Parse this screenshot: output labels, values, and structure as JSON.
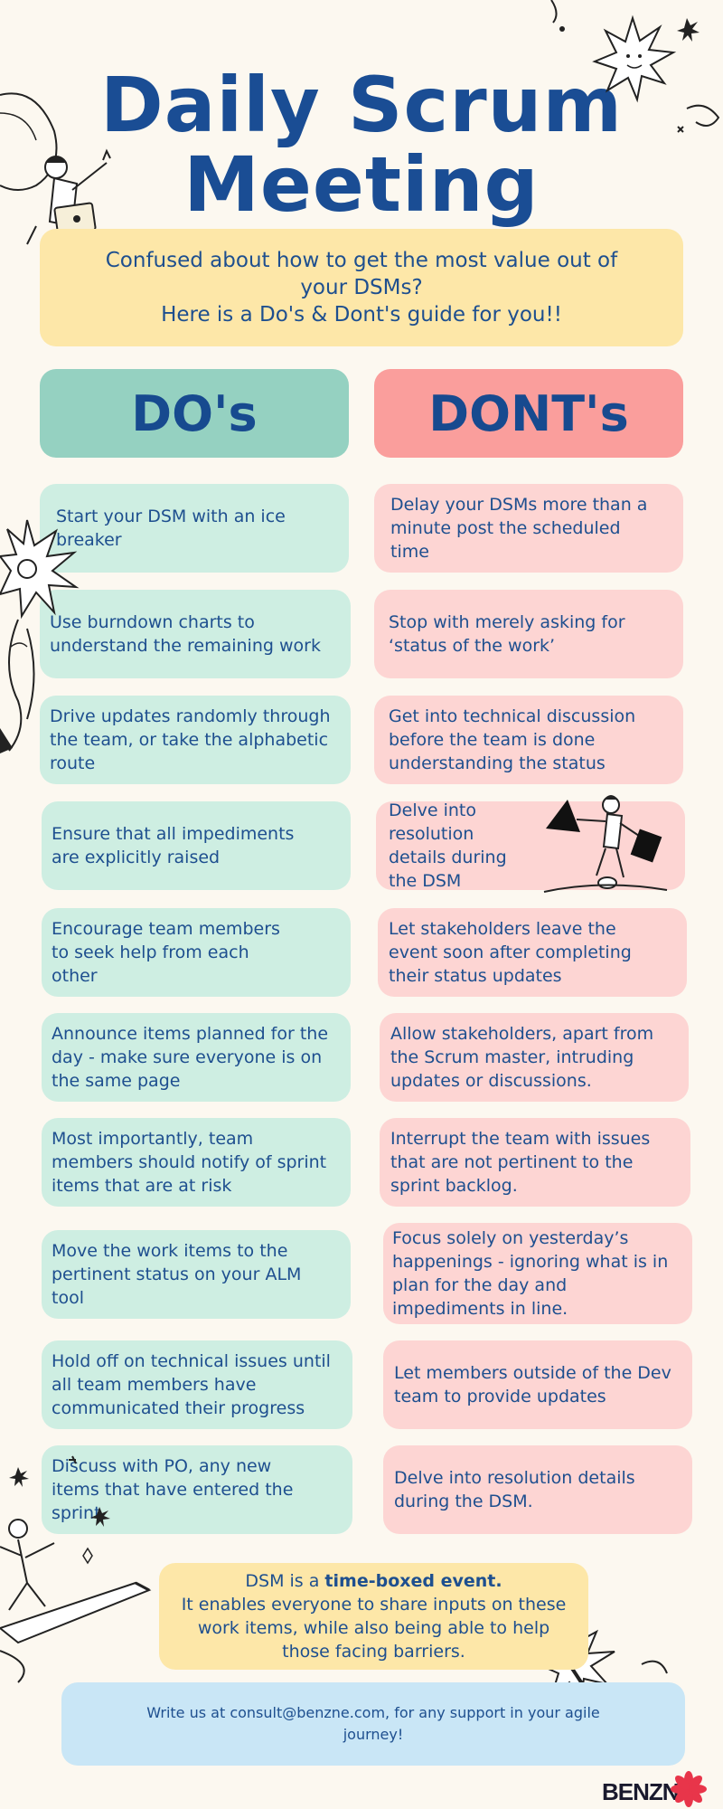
{
  "title": {
    "line1": "Daily Scrum",
    "line2": "Meeting"
  },
  "intro": {
    "line1": "Confused about how to get the most value out of your DSMs?",
    "line2": "Here is a Do's & Dont's guide for you!!"
  },
  "columns": {
    "do": "DO's",
    "dont": "DONT's"
  },
  "dos": [
    "Start your DSM with an ice breaker",
    "Use burndown charts to understand the remaining work",
    "Drive updates randomly through the team, or take the alphabetic route",
    "Ensure that all impediments are explicitly raised",
    "Encourage team members to seek help from each other",
    "Announce items planned for the day - make sure everyone is on the same page",
    "Most importantly, team members should notify of sprint items that are at risk",
    "Move the work items to the pertinent status on your ALM tool",
    "Hold off on technical issues until all team members have communicated their progress",
    "Discuss with PO, any new items that have entered the sprint"
  ],
  "donts": [
    "Delay your DSMs more than a minute post the scheduled time",
    "Stop with merely asking for ‘status of the work’",
    "Get into technical discussion before the team is done understanding the status",
    "Delve into resolution details during the DSM",
    "Let stakeholders leave the event soon after completing their status updates",
    "Allow stakeholders, apart from the Scrum master, intruding updates or discussions.",
    "Interrupt the team with issues that are not pertinent to the sprint backlog.",
    "Focus solely on yesterday’s happenings - ignoring what is in plan for the day and impediments in line.",
    "Let members outside of the Dev team to provide updates",
    "Delve into resolution details during the DSM."
  ],
  "note": {
    "prefix": "DSM is a ",
    "bold": "time-boxed event.",
    "rest": "It enables everyone to share inputs on these work items, while also being able to help those facing barriers."
  },
  "contact": "Write us at consult@benzne.com, for any support in your agile journey!",
  "brand": "BENZNE",
  "colors": {
    "do_head": "#95d1c1",
    "do_card": "#ceeee2",
    "dont_head": "#fa9e9c",
    "dont_card": "#fdd5d3",
    "title": "#1a4d94",
    "intro": "#fde7a8",
    "contact": "#c9e6f6",
    "brand_flower": "#e8354a"
  },
  "icons": [
    "person-laptop-illustration",
    "starburst-face-illustration",
    "starburst-character-illustration",
    "person-carrying-shapes-illustration",
    "person-surfing-pencil-illustration",
    "person-rocket-illustration",
    "flower-logo-icon"
  ]
}
